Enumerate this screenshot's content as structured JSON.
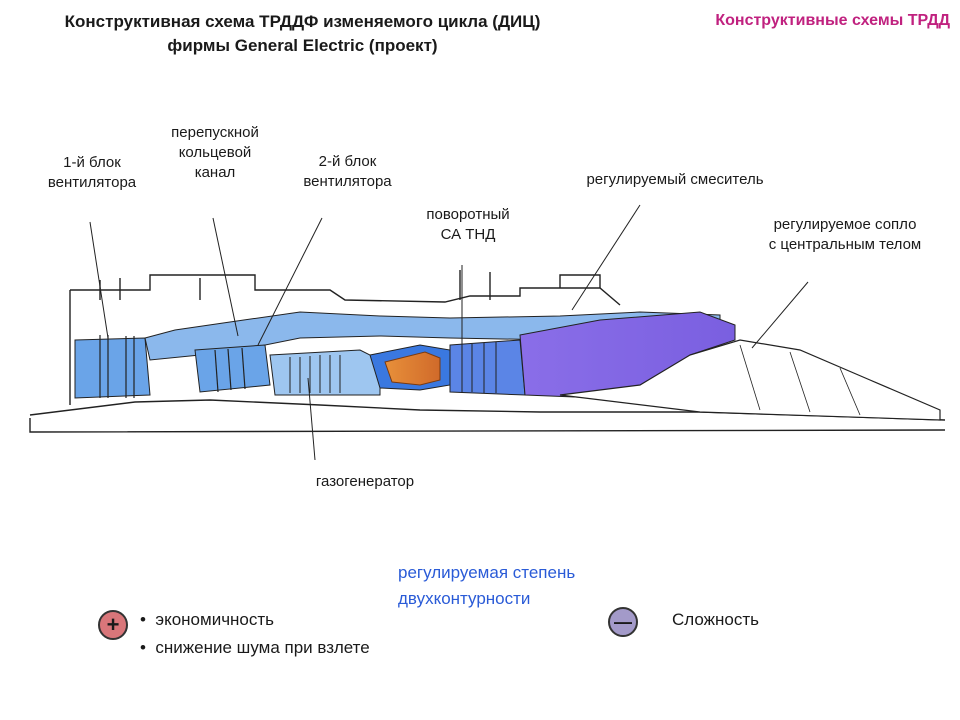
{
  "header": {
    "title_line1": "Конструктивная схема ТРДДФ изменяемого цикла (ДИЦ)",
    "title_line2": "фирмы General Electric (проект)",
    "corner_title": "Конструктивные схемы ТРДД"
  },
  "labels": {
    "fan1_l1": "1-й блок",
    "fan1_l2": "вентилятора",
    "bypass_l1": "перепускной",
    "bypass_l2": "кольцевой",
    "bypass_l3": "канал",
    "fan2_l1": "2-й блок",
    "fan2_l2": "вентилятора",
    "vane_l1": "поворотный",
    "vane_l2": "СА ТНД",
    "mixer": "регулируемый смеситель",
    "nozzle_l1": "регулируемое сопло",
    "nozzle_l2": "с центральным телом",
    "gasgen": "газогенератор"
  },
  "bypass_note_l1": "регулируемая степень",
  "bypass_note_l2": "двухконтурности",
  "pros": {
    "sign": "+",
    "items": [
      "экономичность",
      "снижение шума при взлете"
    ]
  },
  "cons": {
    "sign": "—",
    "items": [
      "Сложность"
    ]
  },
  "colors": {
    "corner": "#c0217f",
    "note": "#2a5bd7",
    "plus_badge": "#d9767a",
    "minus_badge": "#a39ac9"
  }
}
